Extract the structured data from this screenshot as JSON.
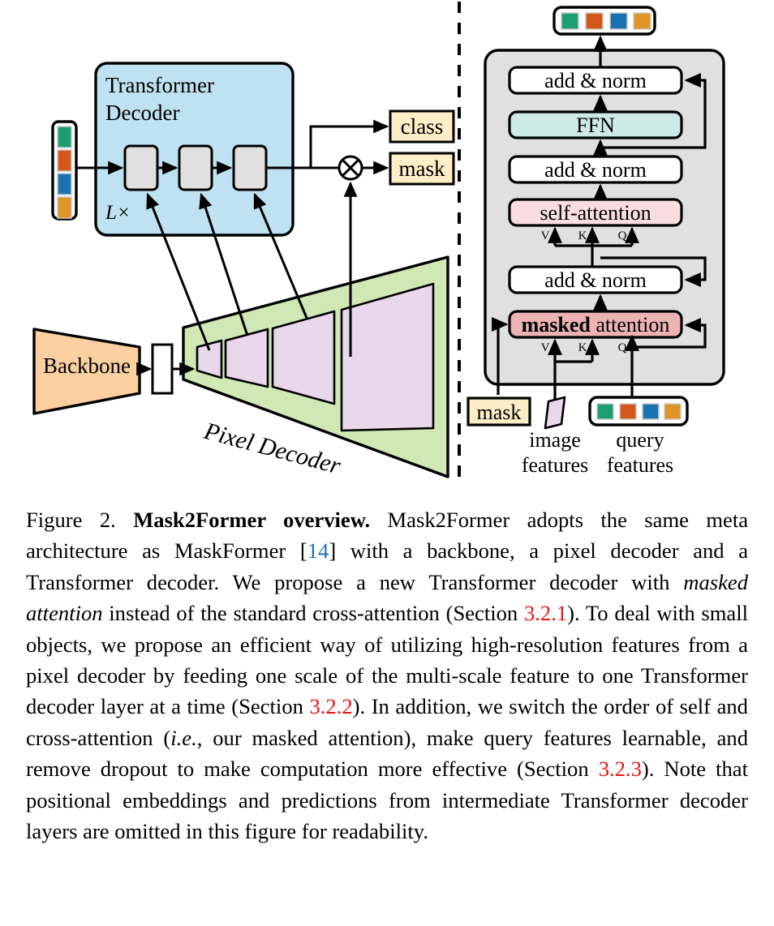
{
  "figure": {
    "left_panel": {
      "query_features_box_label": "query-features-left",
      "transformer_decoder_title_line1": "Transformer",
      "transformer_decoder_title_line2": "Decoder",
      "repeat_label": "L×",
      "backbone_label": "Backbone",
      "pixel_decoder_label": "Pixel Decoder",
      "outputs": [
        {
          "label": "class"
        },
        {
          "label": "mask"
        }
      ],
      "multiply_symbol": "⊗",
      "decoder_layer_count": 3,
      "feature_map_count": 4
    },
    "right_panel": {
      "blocks": [
        {
          "id": "add-norm-top",
          "label": "add & norm",
          "fill": "#ffffff"
        },
        {
          "id": "ffn",
          "label": "FFN",
          "fill": "#cdeae6"
        },
        {
          "id": "add-norm-mid",
          "label": "add & norm",
          "fill": "#ffffff"
        },
        {
          "id": "self-attention",
          "label": "self-attention",
          "fill": "#fadde1"
        },
        {
          "id": "add-norm-bottom",
          "label": "add & norm",
          "fill": "#ffffff"
        },
        {
          "id": "masked-attention",
          "label_bold": "masked",
          "label_rest": " attention",
          "fill": "#edb2b2"
        }
      ],
      "vkq_labels": [
        "V",
        "K",
        "Q"
      ],
      "mask_label": "mask",
      "image_features_line1": "image",
      "image_features_line2": "features",
      "query_features_line1": "query",
      "query_features_line2": "features",
      "panel_fill": "#e0e0e0"
    },
    "query_colors": [
      "#1a9e72",
      "#d4571a",
      "#1a72b0",
      "#df9426"
    ],
    "palette": {
      "decoder_blue": "#bfe2f2",
      "backbone_orange": "#fbcfa0",
      "pixel_decoder_green": "#cfe8b4",
      "feature_map_purple": "#e9d7ec",
      "output_box_cream": "#fdeec8",
      "layer_gray": "#e0e0e0",
      "panel_gray": "#e0e0e0",
      "ffn_teal": "#cdeae6",
      "self_attn_pink": "#fadde1",
      "masked_attn_pink": "#edb2b2",
      "stroke": "#000000"
    }
  },
  "caption": {
    "figure_number": "Figure 2.",
    "title": "Mask2Former overview.",
    "s1": " Mask2Former adopts the same meta architecture as MaskFormer [",
    "cite1": "14",
    "s2": "] with a backbone, a pixel decoder and a Transformer decoder. We propose a new Transformer decoder with ",
    "ital1": "masked attention",
    "s3": " instead of the standard cross-attention (Section ",
    "sec1": "3.2.1",
    "s4": "). To deal with small objects, we propose an efficient way of utilizing high-resolution features from a pixel decoder by feeding one scale of the multi-scale feature to one Transformer decoder layer at a time (Section ",
    "sec2": "3.2.2",
    "s5": "). In addition, we switch the order of self and cross-attention (",
    "ital2": "i.e.",
    "s6": ", our masked attention), make query features learnable, and remove dropout to make computation more effective (Section ",
    "sec3": "3.2.3",
    "s7": "). Note that positional embeddings and predictions from intermediate Transformer decoder layers are omitted in this figure for readability."
  }
}
